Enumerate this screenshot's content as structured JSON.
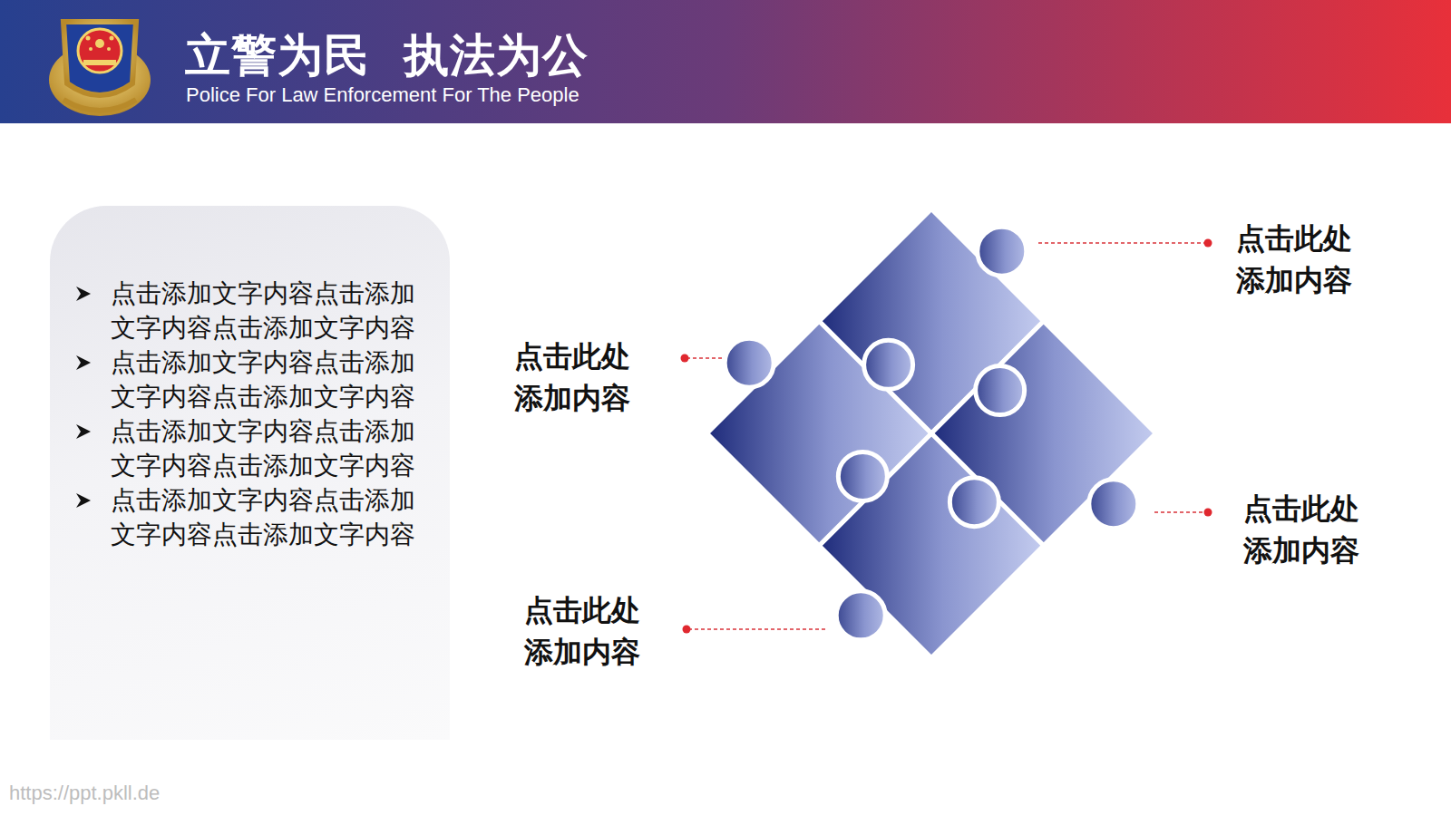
{
  "diagram": {
    "title": "立警为民  执法为公",
    "nodes": [
      {
        "text": [
          "点击添加文字内容点击添加 文字内容点击添加文字内容",
          "点击添加文字内容点击添加 文字内容点击添加文字内容",
          "点击添加文字内容点击添加 文字内容点击添加文字内容",
          "点击添加文字内容点击添加 文字内容点击添加文字内容"
        ]
      }
    ],
    "edges": [],
    "labels": [
      "Police For Law Enforcement For The People",
      "点击此处 添加内容",
      "点击此处 添加内容",
      "点击此处 添加内容",
      "点击此处 添加内容",
      "https://ppt.pkll.de"
    ]
  }
}
